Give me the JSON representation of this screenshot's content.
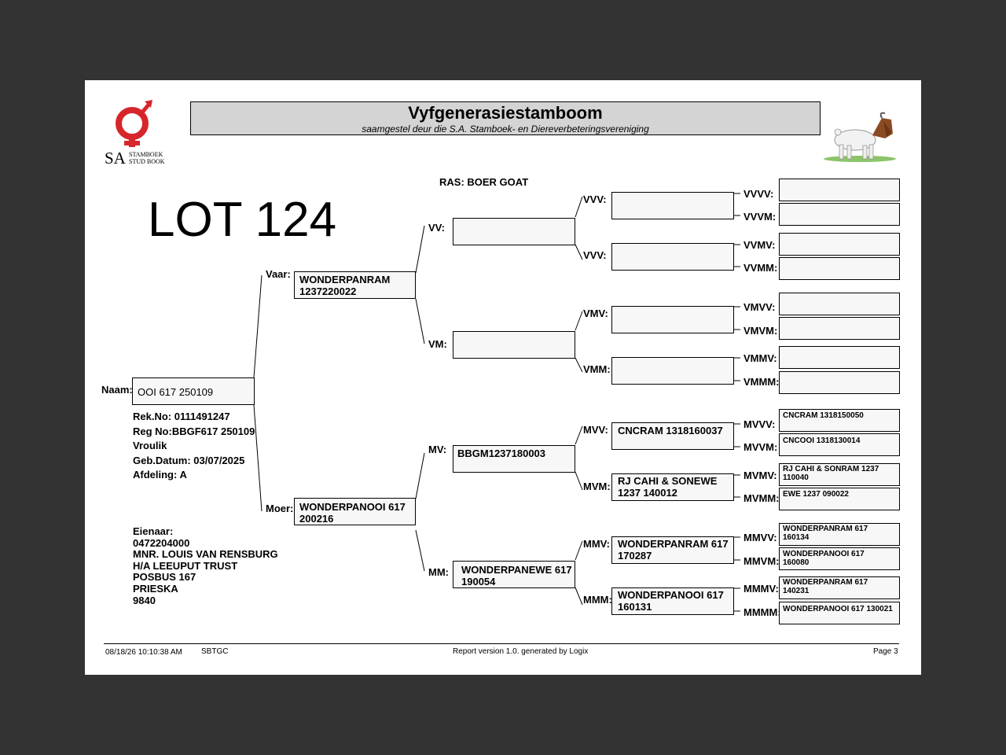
{
  "header": {
    "title": "Vyfgenerasiestamboom",
    "subtitle": "saamgestel deur die S.A. Stamboek- en Diereverbeteringsvereniging",
    "logo_text": "SA",
    "logo_line1": "STAMBOEK",
    "logo_line2": "STUD BOOK"
  },
  "lot": "LOT 124",
  "ras": "RAS: BOER GOAT",
  "animal": {
    "label": "Naam:",
    "name": "OOI 617 250109",
    "details": "Rek.No: 0111491247\nReg No:BBGF617 250109\nVroulik\nGeb.Datum: 03/07/2025\nAfdeling: A",
    "owner": "Eienaar:\n0472204000\nMNR.  LOUIS VAN RENSBURG\nH/A LEEUPUT TRUST\nPOSBUS 167\nPRIESKA\n9840"
  },
  "labels": {
    "vaar": "Vaar:",
    "moer": "Moer:",
    "vv": "VV:",
    "vm": "VM:",
    "mv": "MV:",
    "mm": "MM:",
    "vvv": "VVV:",
    "vvm": "VVV:",
    "vmv": "VMV:",
    "vmm": "VMM:",
    "mvv": "MVV:",
    "mvm": "MVM:",
    "mmv": "MMV:",
    "mmm": "MMM:",
    "vvvv": "VVVV:",
    "vvvm": "VVVM:",
    "vvmv": "VVMV:",
    "vvmm": "VVMM:",
    "vmvv": "VMVV:",
    "vmvm": "VMVM:",
    "vmmv": "VMMV:",
    "vmmm": "VMMM:",
    "mvvv": "MVVV:",
    "mvvm": "MVVM:",
    "mvmv": "MVMV:",
    "mvmm": "MVMM:",
    "mmvv": "MMVV:",
    "mmvm": "MMVM:",
    "mmmv": "MMMV:",
    "mmmm": "MMMM:"
  },
  "gen1": {
    "vaar": "WONDERPANRAM\n1237220022",
    "moer": "WONDERPANOOI 617\n200216"
  },
  "gen2": {
    "vv": "",
    "vm": "",
    "mv": "BBGM1237180003",
    "mm": "WONDERPANEWE 617\n190054"
  },
  "gen3": {
    "vvv": "",
    "vvm": "",
    "vmv": "",
    "vmm": "",
    "mvv": "CNCRAM 1318160037",
    "mvm": "RJ CAHI & SONEWE\n1237 140012",
    "mmv": "WONDERPANRAM 617\n170287",
    "mmm": "WONDERPANOOI 617\n160131"
  },
  "gen4": {
    "vvvv": "",
    "vvvm": "",
    "vvmv": "",
    "vvmm": "",
    "vmvv": "",
    "vmvm": "",
    "vmmv": "",
    "vmmm": "",
    "mvvv": "CNCRAM 1318150050",
    "mvvm": "CNCOOI 1318130014",
    "mvmv": "RJ CAHI & SONRAM 1237\n110040",
    "mvmm": "EWE 1237 090022",
    "mmvv": "WONDERPANRAM 617\n160134",
    "mmvm": "WONDERPANOOI 617\n160080",
    "mmmv": "WONDERPANRAM 617\n140231",
    "mmmm": "WONDERPANOOI 617 130021"
  },
  "footer": {
    "datetime": "08/18/26 10:10:38 AM",
    "code": "SBTGC",
    "report": "Report version 1.0. generated by Logix",
    "page": "Page 3"
  },
  "colors": {
    "background": "#333333",
    "paper": "#ffffff",
    "title_bar": "#d4d4d4",
    "logo_red": "#d7262b"
  }
}
